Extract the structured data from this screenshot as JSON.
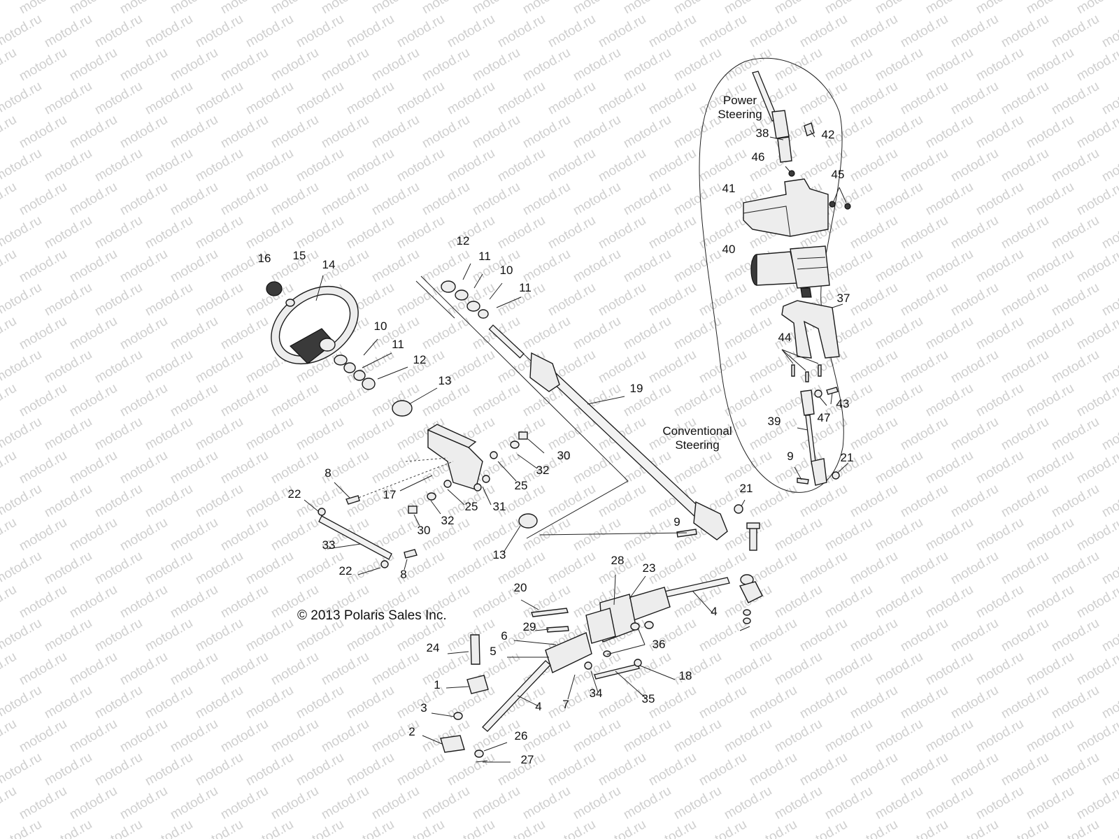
{
  "watermark": {
    "text": "motod.ru"
  },
  "copyright": "© 2013 Polaris Sales Inc.",
  "captions": {
    "power_line1": "Power",
    "power_line2": "Steering",
    "conv_line1": "Conventional",
    "conv_line2": "Steering"
  },
  "callouts": [
    "16",
    "15",
    "14",
    "12",
    "11",
    "10",
    "11",
    "10",
    "11",
    "12",
    "13",
    "19",
    "8",
    "22",
    "33",
    "22",
    "8",
    "17",
    "30",
    "32",
    "25",
    "25",
    "31",
    "32",
    "30",
    "13",
    "9",
    "21",
    "28",
    "23",
    "4",
    "20",
    "29",
    "6",
    "5",
    "24",
    "1",
    "3",
    "2",
    "26",
    "27",
    "4",
    "7",
    "34",
    "35",
    "18",
    "36",
    "38",
    "42",
    "46",
    "45",
    "41",
    "40",
    "37",
    "44",
    "47",
    "43",
    "39",
    "9",
    "21"
  ]
}
